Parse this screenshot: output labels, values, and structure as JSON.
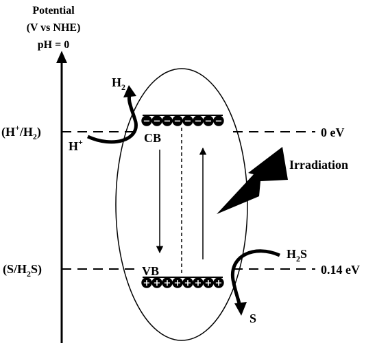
{
  "axis": {
    "title_line1": "Potential",
    "title_line2": "(V vs NHE)",
    "title_line3": "pH = 0"
  },
  "levels": {
    "hydrogen": {
      "left": "(H",
      "sup": "+",
      "mid": "/H",
      "sub": "2",
      "right": ")",
      "energy": "0 eV"
    },
    "sulfide": {
      "left": "(S/H",
      "sub": "2",
      "right": "S)",
      "energy": "0.14 eV"
    }
  },
  "bands": {
    "cb": "CB",
    "vb": "VB",
    "electron_sign": "−",
    "hole_sign": "+",
    "electron_count": 8,
    "hole_count": 8
  },
  "light": {
    "label": "Irradiation"
  },
  "species": {
    "h2": {
      "base": "H",
      "sub": "2"
    },
    "h_plus": {
      "base": "H",
      "sup": "+"
    },
    "h2s": {
      "base": "H",
      "sub": "2",
      "tail": "S"
    },
    "s": "S"
  }
}
